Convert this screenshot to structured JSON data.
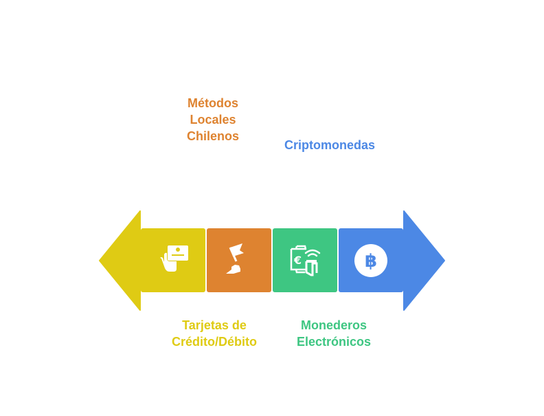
{
  "items": [
    {
      "title": "Tarjetas de Crédito/Débito",
      "line1": "Tarjetas de",
      "line2": "Crédito/Débito",
      "color": "#DFCB14",
      "icon": "hand-card-icon"
    },
    {
      "title": "Métodos Locales Chilenos",
      "line1": "Métodos",
      "line2": "Locales",
      "line3": "Chilenos",
      "color": "#DE8330",
      "icon": "flag-icon"
    },
    {
      "title": "Monederos Electrónicos",
      "line1": "Monederos",
      "line2": "Electrónicos",
      "color": "#3EC682",
      "icon": "smartwatch-wallet-icon"
    },
    {
      "title": "Criptomonedas",
      "line1": "Criptomonedas",
      "color": "#4C88E5",
      "icon": "bitcoin-baht-icon"
    }
  ]
}
